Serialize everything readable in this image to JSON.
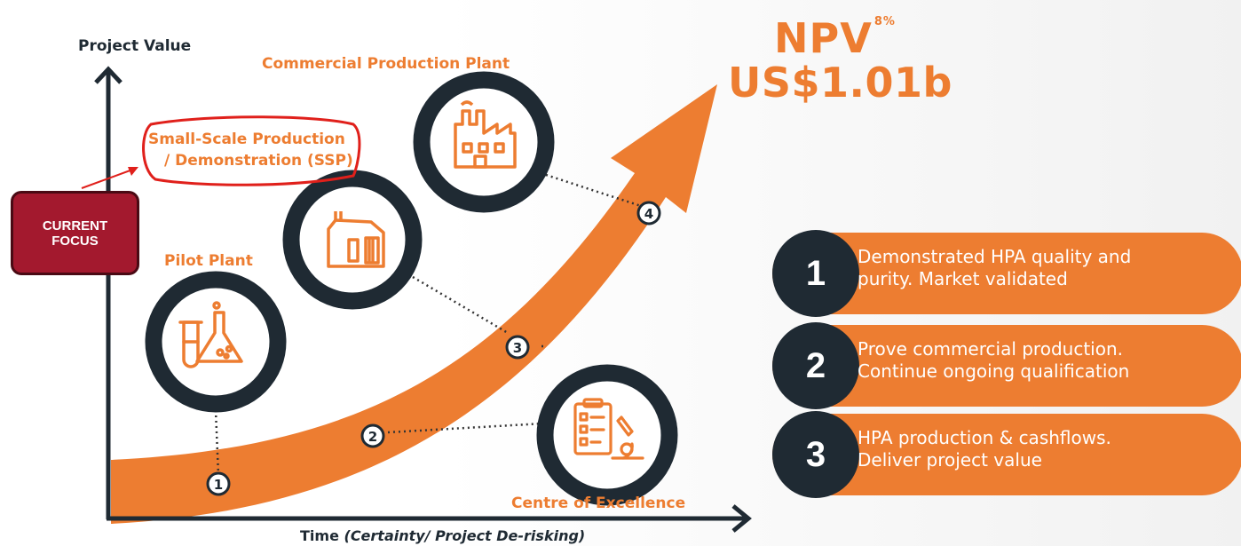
{
  "axes": {
    "y_label": "Project Value",
    "x_label_main": "Time ",
    "x_label_italic": "(Certainty/ Project De-risking)"
  },
  "npv": {
    "label": "NPV",
    "superscript": "8%",
    "value": "US$1.01b"
  },
  "focus": {
    "line1": "CURRENT",
    "line2": "FOCUS"
  },
  "stages": [
    {
      "label": "Pilot Plant",
      "icon": "lab-flask-icon",
      "marker": "1"
    },
    {
      "label_line1": "Small-Scale Production",
      "label_line2": "/ Demonstration (SSP)",
      "icon": "warehouse-icon",
      "marker": "3"
    },
    {
      "label": "Commercial Production Plant",
      "icon": "factory-icon",
      "marker": "4"
    },
    {
      "label": "Centre of Excellence",
      "icon": "checklist-microscope-icon",
      "marker": "2"
    }
  ],
  "milestones": [
    {
      "number": "1",
      "line1": "Demonstrated HPA quality and",
      "line2": "purity. Market validated"
    },
    {
      "number": "2",
      "line1": "Prove commercial production.",
      "line2": "Continue ongoing qualification"
    },
    {
      "number": "3",
      "line1": "HPA production & cashflows.",
      "line2": "Deliver project value"
    }
  ],
  "colors": {
    "accent_orange": "#ED7D31",
    "dark_navy": "#1f2a33",
    "focus_red": "#A3192E",
    "highlight_red": "#E0201B"
  }
}
